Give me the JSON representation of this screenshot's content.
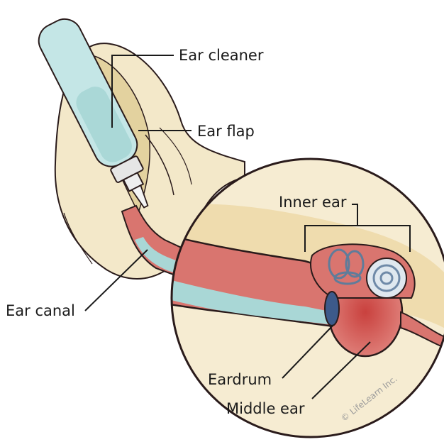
{
  "labels": {
    "ear_cleaner": "Ear cleaner",
    "ear_flap": "Ear flap",
    "inner_ear": "Inner ear",
    "ear_canal": "Ear canal",
    "eardrum": "Eardrum",
    "middle_ear": "Middle ear"
  },
  "copyright": "© LifeLearn Inc.",
  "colors": {
    "skin": "#f3e8c9",
    "skin_shadow": "#e3d29f",
    "canal_tissue": "#d9756f",
    "canal_fluid": "#a9d7d6",
    "bottle": "#c4e6e6",
    "outline": "#2a1b1b"
  }
}
